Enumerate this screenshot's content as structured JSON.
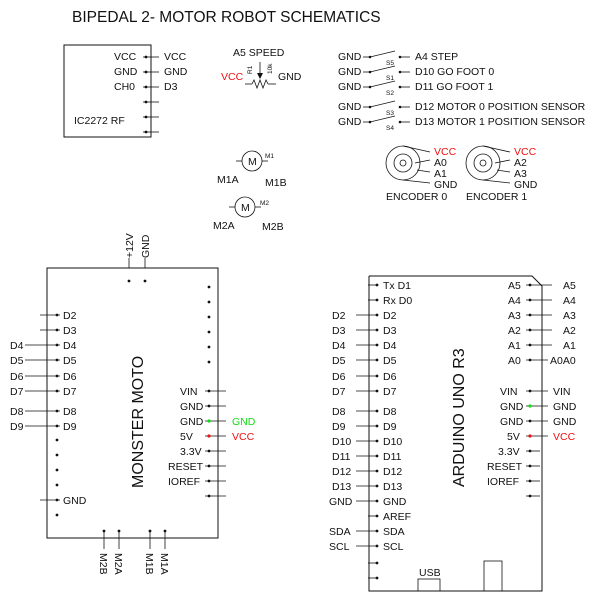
{
  "title": "BIPEDAL 2- MOTOR ROBOT SCHEMATICS",
  "rf": {
    "name": "IC2272 RF",
    "pins": [
      "VCC",
      "GND",
      "CH0"
    ],
    "nets": [
      "VCC",
      "GND",
      "D3"
    ]
  },
  "pot": {
    "label": "A5 SPEED",
    "left": "VCC",
    "right": "GND",
    "ref": "R1",
    "value": "10k"
  },
  "switches": [
    {
      "gnd": "GND",
      "ref": "S5",
      "label": "A4 STEP"
    },
    {
      "gnd": "GND",
      "ref": "S1",
      "label": "D10  GO FOOT 0"
    },
    {
      "gnd": "GND",
      "ref": "S2",
      "label": "D11  GO FOOT 1"
    },
    {
      "gnd": "GND",
      "ref": "S3",
      "label": "D12 MOTOR 0 POSITION SENSOR"
    },
    {
      "gnd": "GND",
      "ref": "S4",
      "label": "D13 MOTOR 1 POSITION SENSOR"
    }
  ],
  "encoders": [
    {
      "name": "ENCODER 0",
      "pins": [
        "VCC",
        "A0",
        "A1",
        "GND"
      ]
    },
    {
      "name": "ENCODER 1",
      "pins": [
        "VCC",
        "A2",
        "A3",
        "GND"
      ]
    }
  ],
  "motors": [
    {
      "glyph": "M",
      "ref": "M1",
      "a": "M1A",
      "b": "M1B"
    },
    {
      "glyph": "M",
      "ref": "M2",
      "a": "M2A",
      "b": "M2B"
    }
  ],
  "moto": {
    "name": "MONSTER MOTO",
    "top_pins": [
      "+12V",
      "GND"
    ],
    "left_pins": [
      "D2",
      "D3",
      "D4",
      "D5",
      "D6",
      "D7",
      "D8",
      "D9",
      "GND"
    ],
    "left_nets": [
      "D4",
      "D5",
      "D6",
      "D7",
      "D8",
      "D9"
    ],
    "right_pins": [
      "VIN",
      "GND",
      "GND",
      "5V",
      "3.3V",
      "RESET",
      "IOREF"
    ],
    "right_nets": [
      "GND",
      "VCC"
    ],
    "bottom_pins": [
      "M2B",
      "M2A",
      "M1B",
      "M1A"
    ]
  },
  "uno": {
    "name": "ARDUINO UNO R3",
    "usb": "USB",
    "left_pins": [
      "Tx D1",
      "Rx D0",
      "D2",
      "D3",
      "D4",
      "D5",
      "D6",
      "D7",
      "D8",
      "D9",
      "D10",
      "D11",
      "D12",
      "D13",
      "GND",
      "AREF",
      "SDA",
      "SCL"
    ],
    "left_nets": [
      "D2",
      "D3",
      "D4",
      "D5",
      "D6",
      "D7",
      "D8",
      "D9",
      "D10",
      "D11",
      "D12",
      "D13",
      "GND",
      "SDA",
      "SCL"
    ],
    "right_pins_top": [
      "A5",
      "A4",
      "A3",
      "A2",
      "A1",
      "A0"
    ],
    "right_nets_top": [
      "A5",
      "A4",
      "A3",
      "A2",
      "A1",
      "A0A0"
    ],
    "right_pins_bot": [
      "VIN",
      "GND",
      "GND",
      "5V",
      "3.3V",
      "RESET",
      "IOREF"
    ],
    "right_nets_bot": [
      "VIN",
      "GND",
      "GND",
      "VCC"
    ]
  },
  "colors": {
    "vcc": "#e11111",
    "gnd_highlight": "#11dd11",
    "ink": "#111111"
  }
}
